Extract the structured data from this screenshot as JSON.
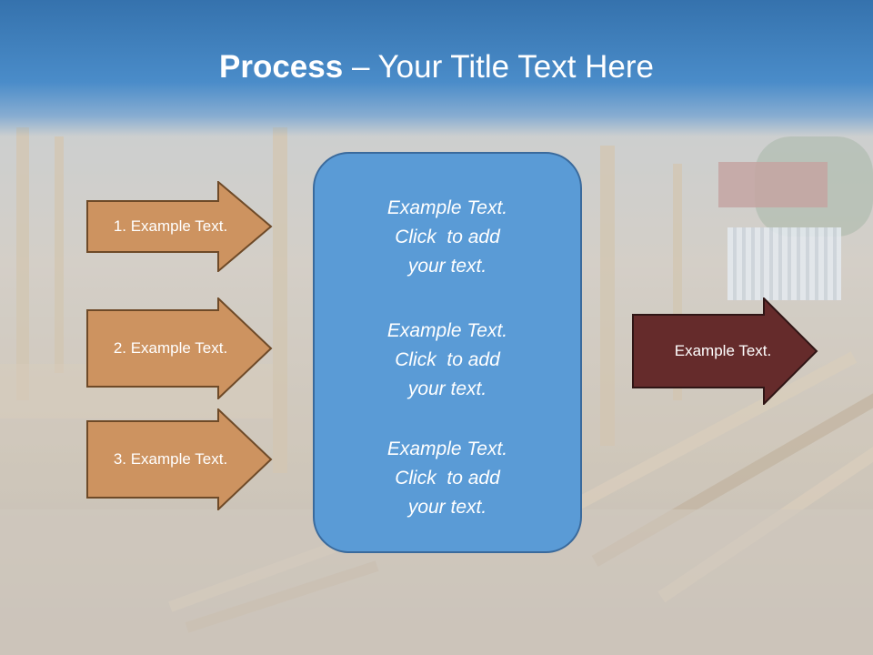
{
  "slide": {
    "title_bold": "Process",
    "title_rest": " – Your Title Text Here"
  },
  "left_arrows": [
    {
      "label": "1. Example Text."
    },
    {
      "label": "2. Example Text."
    },
    {
      "label": "3. Example Text."
    }
  ],
  "center_box": {
    "blocks": [
      {
        "lines": [
          "Example Text.",
          "Click  to add",
          "your text."
        ]
      },
      {
        "lines": [
          "Example Text.",
          "Click  to add",
          "your text."
        ]
      },
      {
        "lines": [
          "Example Text.",
          "Click  to add",
          "your text."
        ]
      }
    ]
  },
  "right_arrow": {
    "label": "Example Text."
  },
  "colors": {
    "header": "#3f80c0",
    "left_arrow_fill": "#cd9360",
    "left_arrow_border": "#6e4a28",
    "center_box_fill": "#5a9bd6",
    "right_arrow_fill": "#652b2b"
  }
}
